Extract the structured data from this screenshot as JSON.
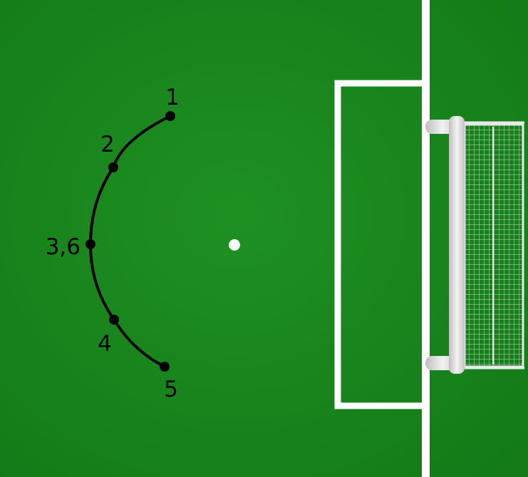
{
  "colors": {
    "grass": "#1a8a1e",
    "grass_dark": "#137a17",
    "lines": "#ffffff",
    "net": "#e6e6e6",
    "post": "#d9d9d9",
    "path": "#000000"
  },
  "points": [
    {
      "label": "1"
    },
    {
      "label": "2"
    },
    {
      "label": "3,6"
    },
    {
      "label": "4"
    },
    {
      "label": "5"
    }
  ]
}
